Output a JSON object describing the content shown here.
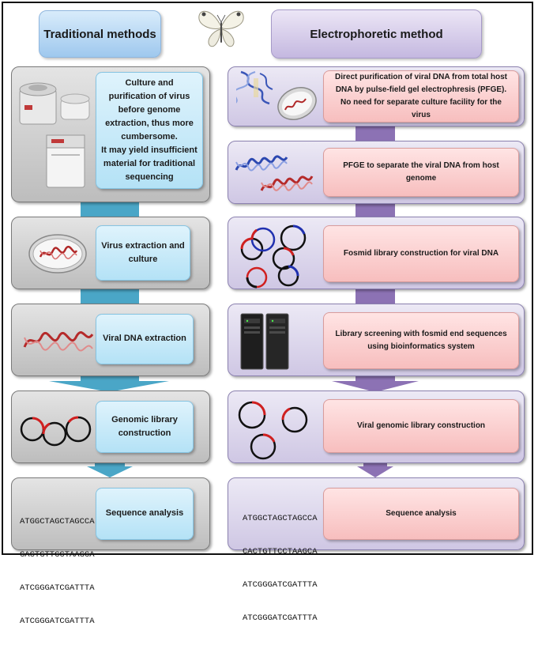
{
  "headers": {
    "traditional": "Traditional methods",
    "electrophoretic": "Electrophoretic method"
  },
  "traditional_steps": [
    {
      "text": "Culture and purification of virus before genome extraction, thus more cumbersome.\nIt may yield insufficient material for traditional sequencing"
    },
    {
      "text": "Virus extraction and culture"
    },
    {
      "text": "Viral DNA extraction"
    },
    {
      "text": "Genomic library construction"
    },
    {
      "text": "Sequence analysis"
    }
  ],
  "electrophoretic_steps": [
    {
      "text": "Direct purification of viral DNA from total host DNA by pulse-field gel electrophresis (PFGE). No need for separate  culture facility for the virus"
    },
    {
      "text": "PFGE to separate the viral DNA from host genome"
    },
    {
      "text": "Fosmid library construction for viral DNA"
    },
    {
      "text": "Library screening with fosmid end sequences using bioinformatics system"
    },
    {
      "text": "Viral genomic library construction"
    },
    {
      "text": "Sequence analysis"
    }
  ],
  "sequence_lines": [
    "ATGGCTAGCTAGCCA",
    "CACTGTTCCTAAGCA",
    "ATCGGGATCGATTTA",
    "ATCGGGATCGATTTA"
  ],
  "icons": [
    "butterfly-icon",
    "lab-equipment-icon",
    "petri-dish-icon",
    "dna-helix-icon",
    "plasmid-rings-icon",
    "server-rack-icon"
  ],
  "colors": {
    "left_accent": "#4aa6c7",
    "right_accent": "#8c72b4",
    "left_label": "#b4e2f6",
    "right_label": "#f7bebe"
  }
}
